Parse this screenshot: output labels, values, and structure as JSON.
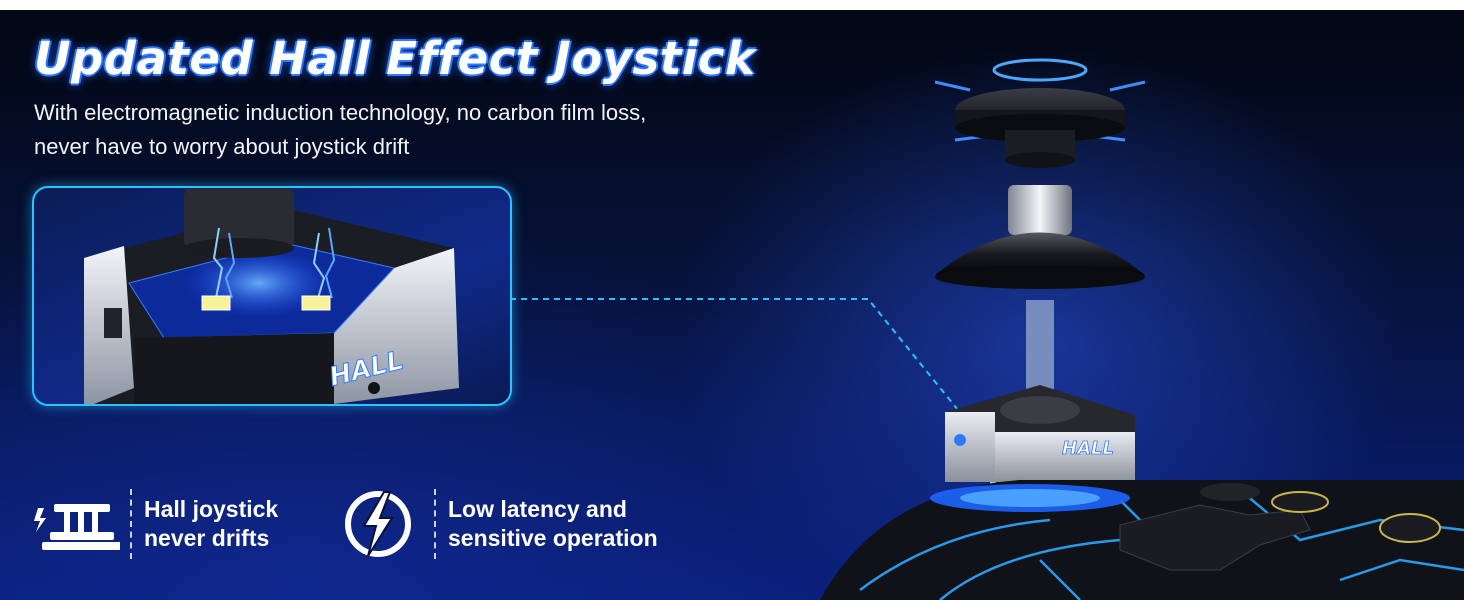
{
  "headline": "Updated Hall Effect Joystick",
  "subtitle": {
    "line1": "With electromagnetic induction technology, no carbon film loss,",
    "line2": "never have to worry about joystick drift"
  },
  "detail_box": {
    "label": "HALL"
  },
  "joystick": {
    "label": "HALL"
  },
  "features": [
    {
      "icon": "hall-sensor-icon",
      "line1": "Hall joystick",
      "line2": "never drifts"
    },
    {
      "icon": "lightning-icon",
      "line1": "Low latency and",
      "line2": "sensitive operation"
    }
  ],
  "colors": {
    "accent_blue": "#2f7bff",
    "frame_cyan": "#29c4ff",
    "background_dark": "#030712",
    "background_blue": "#0a1f7a"
  }
}
